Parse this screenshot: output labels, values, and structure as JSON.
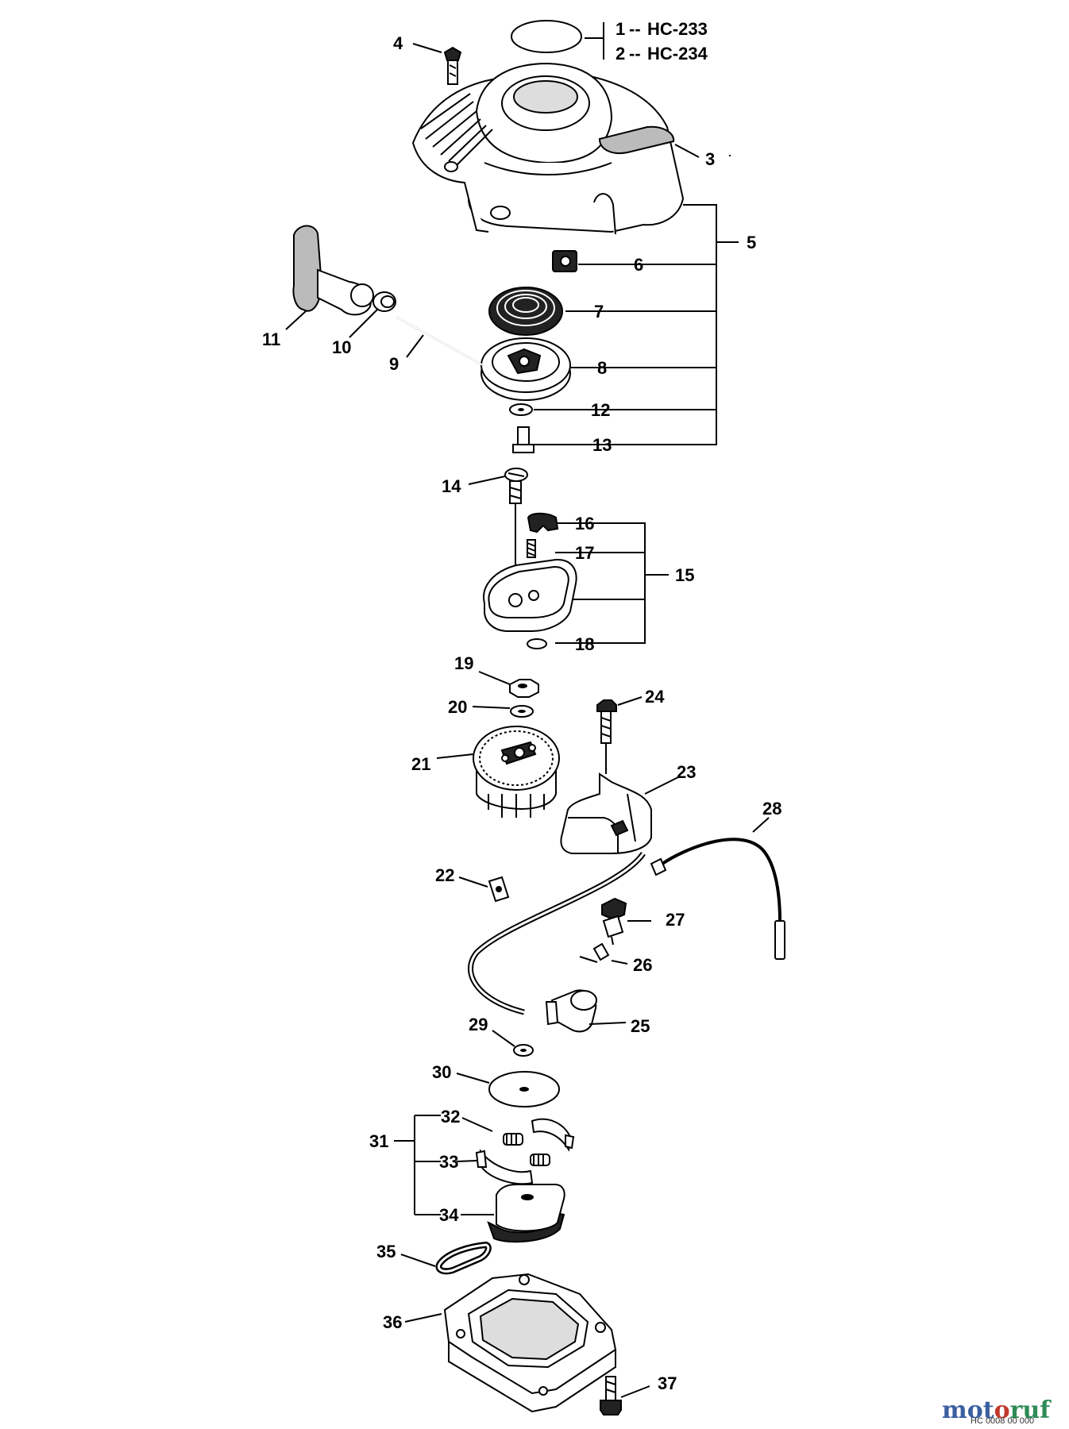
{
  "legend": [
    {
      "num": "1",
      "sep": "--",
      "model": "HC-233"
    },
    {
      "num": "2",
      "sep": "--",
      "model": "HC-234"
    }
  ],
  "callouts": [
    "3",
    "4",
    "5",
    "6",
    "7",
    "8",
    "9",
    "10",
    "11",
    "12",
    "13",
    "14",
    "15",
    "16",
    "17",
    "18",
    "19",
    "20",
    "21",
    "22",
    "23",
    "24",
    "25",
    "26",
    "27",
    "28",
    "29",
    "30",
    "31",
    "32",
    "33",
    "34",
    "35",
    "36",
    "37"
  ],
  "watermark": {
    "brand_parts": [
      "mot",
      "o",
      "ruf"
    ],
    "brand_colors": [
      "#3a5fa0",
      "#c0392b",
      "#2e8b57"
    ],
    "code": "HC 0008 00 000"
  }
}
